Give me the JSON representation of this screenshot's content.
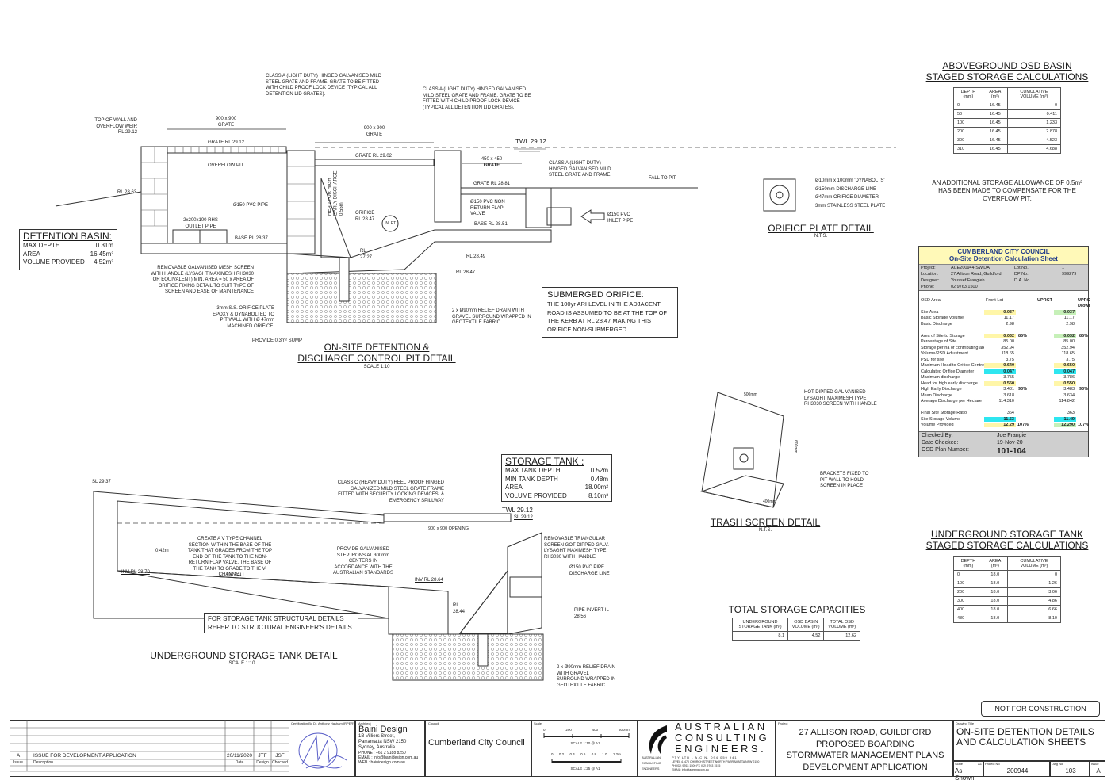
{
  "discharge_pit": {
    "title_line1": "ON-SITE DETENTION &",
    "title_line2": "DISCHARGE CONTROL PIT DETAIL",
    "scale": "SCALE 1:10",
    "notes": {
      "top_of_wall": "TOP OF WALL AND OVERFLOW WEIR RL 29.12",
      "grate_note_1": "CLASS A (LIGHT DUTY) HINGED GALVANISED MILD STEEL GRATE AND FRAME. GRATE TO BE FITTED WITH CHILD PROOF LOCK DEVICE (TYPICAL ALL DETENTION LID GRATES).",
      "grate_note_2": "CLASS A (LIGHT DUTY) HINGED GALVANISED MILD STEEL GRATE AND FRAME. GRATE TO BE FITTED WITH CHILD PROOF LOCK DEVICE (TYPICAL ALL DETENTION LID GRATES).",
      "grate_note_3": "CLASS A (LIGHT DUTY) HINGED GALVANISED MILD STEEL GRATE AND FRAME.",
      "grate_900_a": "900 x 900",
      "grate_900_a_label": "GRATE",
      "grate_900_b": "900 x 900",
      "grate_900_b_label": "GRATE",
      "grate_450": "450 x 450",
      "grate_450_label": "GRATE",
      "grate_rl_2912": "GRATE RL 29.12",
      "grate_rl_2902": "GRATE RL 29.02",
      "grate_rl_2881": "GRATE RL 28.81",
      "twl": "TWL 29.12",
      "overflow_pit": "OVERFLOW PIT",
      "rl_2863": "RL 28.63",
      "pvc_pipe": "Ø150 PVC PIPE",
      "outlet_pipe": "2x200x100 RHS OUTLET PIPE",
      "base_2837": "BASE RL 28.37",
      "base_2851": "BASE RL 28.51",
      "head": "HEAD FOR HIGH EARLY DISCHARGE 0.55m",
      "orifice": "ORIFICE RL 28.47",
      "inlet": "INLET",
      "rl_2727": "RL 27.27",
      "flap_valve": "Ø150 PVC NON RETURN FLAP VALVE",
      "inlet_pipe": "Ø150 PVC INLET PIPE",
      "fall_to_pit": "FALL TO PIT",
      "rl_2849": "RL 28.49",
      "rl_2847": "RL 28.47",
      "mesh_screen": "REMOVABLE GALVANISED MESH SCREEN WITH HANDLE (LYSAGHT MAXIMESH RH3030 OR EQUIVALENT) MIN. AREA = 50 x AREA OF ORIFICE FIXING DETAIL TO SUIT TYPE OF SCREEN AND EASE OF MAINTENANCE",
      "orifice_plate": "3mm S.S. ORIFICE PLATE EPOXY & DYNABOLTED TO PIT WALL WITH Ø 47mm MACHINED ORIFICE.",
      "sump": "PROVIDE 0.3m² SUMP",
      "relief_drain": "2 x Ø90mm RELIEF DRAIN WITH GRAVEL SURROUND WRAPPED IN GEOTEXTILE FABRIC"
    }
  },
  "detention_basin": {
    "title": "DETENTION BASIN:",
    "rows": [
      {
        "label": "MAX DEPTH",
        "value": "0.31m"
      },
      {
        "label": "AREA",
        "value": "16.45m²"
      },
      {
        "label": "VOLUME PROVIDED",
        "value": "4.52m³"
      }
    ]
  },
  "submerged_orifice": {
    "title": "SUBMERGED ORIFICE:",
    "text": "THE 100yr ARI LEVEL IN THE ADJACENT ROAD IS ASSUMED TO BE AT THE TOP OF THE KERB AT RL 28.47 MAKING THIS ORIFICE NON-SUBMERGED."
  },
  "orifice_plate_detail": {
    "title": "ORIFICE PLATE DETAIL",
    "scale": "N.T.S.",
    "labels": [
      "Ø10mm x 100mm 'DYNABOLTS'",
      "Ø150mm DISCHARGE LINE",
      "Ø47mm ORIFICE DIAMETER",
      "3mm STAINLESS STEEL PLATE"
    ]
  },
  "aboveground_table": {
    "title_line1": "ABOVEGROUND OSD BASIN",
    "title_line2": "STAGED STORAGE CALCULATIONS",
    "headers": [
      "DEPTH (mm)",
      "AREA (m²)",
      "CUMULATIVE VOLUME (m³)"
    ],
    "rows": [
      [
        "0",
        "16.45",
        "0"
      ],
      [
        "50",
        "16.45",
        "0.411"
      ],
      [
        "100",
        "16.45",
        "1.233"
      ],
      [
        "200",
        "16.45",
        "2.878"
      ],
      [
        "300",
        "16.45",
        "4.523"
      ],
      [
        "310",
        "16.45",
        "4.688"
      ]
    ],
    "note": "AN ADDITIONAL STORAGE ALLOWANCE OF 0.5m³ HAS BEEN MADE TO COMPENSATE FOR THE OVERFLOW PIT."
  },
  "calc_sheet": {
    "header1": "CUMBERLAND CITY COUNCIL",
    "header2": "On-Site Detention Calculation Sheet",
    "project_label": "Project:",
    "project": "ACE200944.SW.DA",
    "location_label": "Location:",
    "location": "27 Allison Road, Guildford",
    "designer_label": "Designer:",
    "designer": "Youssef Frangieh",
    "phone_label": "Phone:",
    "phone": "02 9763 1500",
    "lot_label": "Lot No.",
    "lot": "1",
    "dp_label": "DP No.",
    "dp": "999279",
    "da_label": "D.A. No.",
    "da": "",
    "osd_area_label": "OSD Area:",
    "osd_area": "Front Lot",
    "col1": "UPRCT",
    "col2": "UPRCT",
    "col2_sub": "Drowned",
    "rows": [
      {
        "label": "Site Area",
        "v1": "0.037",
        "p1": "",
        "v2": "0.037",
        "p2": "",
        "s": "yg"
      },
      {
        "label": "Basic Storage Volume",
        "v1": "11.17",
        "p1": "",
        "v2": "11.17",
        "p2": "",
        "s": ""
      },
      {
        "label": "Basic Discharge",
        "v1": "2.98",
        "p1": "",
        "v2": "2.98",
        "p2": "",
        "s": ""
      },
      {
        "label": "",
        "v1": "",
        "p1": "",
        "v2": "",
        "p2": "",
        "s": ""
      },
      {
        "label": "Area of Site to Storage",
        "v1": "0.032",
        "p1": "85%",
        "v2": "0.032",
        "p2": "85%",
        "s": "yg"
      },
      {
        "label": "Percentage of Site",
        "v1": "85.00",
        "p1": "",
        "v2": "85.00",
        "p2": "",
        "s": ""
      },
      {
        "label": "Storage per ha of contributing area",
        "v1": "352.94",
        "p1": "",
        "v2": "352.94",
        "p2": "",
        "s": ""
      },
      {
        "label": "Volume/PSD Adjustment",
        "v1": "118.65",
        "p1": "",
        "v2": "118.65",
        "p2": "",
        "s": ""
      },
      {
        "label": "PSD for site",
        "v1": "3.75",
        "p1": "",
        "v2": "3.75",
        "p2": "",
        "s": ""
      },
      {
        "label": "Maximum Head to Orifice Centre",
        "v1": "0.640",
        "p1": "",
        "v2": "0.650",
        "p2": "",
        "s": "yy"
      },
      {
        "label": "Calculated Orifice Diameter",
        "v1": "0.047",
        "p1": "",
        "v2": "0.047",
        "p2": "",
        "s": "cc"
      },
      {
        "label": "Maximum discharge",
        "v1": "3.755",
        "p1": "",
        "v2": "3.786",
        "p2": "",
        "s": ""
      },
      {
        "label": "Head for high early discharge",
        "v1": "0.550",
        "p1": "",
        "v2": "0.550",
        "p2": "",
        "s": "yy"
      },
      {
        "label": "High Early Discharge",
        "v1": "3.481",
        "p1": "93%",
        "v2": "3.483",
        "p2": "93%",
        "s": ""
      },
      {
        "label": "Mean Discharge",
        "v1": "3.618",
        "p1": "",
        "v2": "3.634",
        "p2": "",
        "s": ""
      },
      {
        "label": "Average Discharge per Hectare",
        "v1": "114.310",
        "p1": "",
        "v2": "114.842",
        "p2": "",
        "s": ""
      },
      {
        "label": "",
        "v1": "",
        "p1": "",
        "v2": "",
        "p2": "",
        "s": ""
      },
      {
        "label": "Final Site Storage Ratio",
        "v1": "364",
        "p1": "",
        "v2": "363",
        "p2": "",
        "s": ""
      },
      {
        "label": "Site Storage Volume",
        "v1": "11.53",
        "p1": "",
        "v2": "11.49",
        "p2": "",
        "s": "cc"
      },
      {
        "label": "Volume Provided",
        "v1": "12.29",
        "p1": "107%",
        "v2": "12.290",
        "p2": "107%",
        "s": "yg"
      }
    ],
    "checked_by_label": "Checked By:",
    "checked_by": "Joe Frangie",
    "date_checked_label": "Date Checked:",
    "date_checked": "19-Nov-20",
    "plan_label": "OSD Plan Number:",
    "plan": "101-104"
  },
  "trash_screen": {
    "title": "TRASH SCREEN DETAIL",
    "scale": "N.T.S.",
    "dim_top": "500mm",
    "dim_side": "600mm",
    "dim_bottom": "400mm",
    "note_mesh": "HOT DIPPED GAL VANISED LYSAGHT MAXIMESH TYPE RH3030 SCREEN WITH HANDLE",
    "note_brackets": "BRACKETS FIXED TO PIT WALL TO HOLD SCREEN IN PLACE"
  },
  "storage_tank_box": {
    "title": "STORAGE TANK :",
    "rows": [
      {
        "label": "MAX TANK DEPTH",
        "value": "0.52m"
      },
      {
        "label": "MIN TANK DEPTH",
        "value": "0.48m"
      },
      {
        "label": "AREA",
        "value": "18.00m²"
      },
      {
        "label": "VOLUME PROVIDED",
        "value": "8.10m³"
      }
    ]
  },
  "underground_tank": {
    "title": "UNDERGROUND STORAGE TANK DETAIL",
    "scale": "SCALE 1:10",
    "notes": {
      "sl_2937": "SL 29.37",
      "sl_2912": "SL 29.12",
      "twl": "TWL 29.12",
      "heavy_grate": "CLASS C (HEAVY DUTY) HEEL PROOF HINGED GALVANIZED MILD STEEL GRATE FRAME FITTED WITH SECURITY LOCKING DEVICES, & EMERGENCY SPILLWAY",
      "opening": "900 x 900 OPENING",
      "depth": "0.42m",
      "v_channel": "CREATE A V TYPE CHANNEL SECTION WITHIN THE BASE OF THE TANK THAT GRADES FROM THE TOP END OF THE TANK TO THE NON-RETURN FLAP VALVE. THE BASE OF THE TANK TO GRADE TO THE V-CHANNEL",
      "fall": "1% FALL",
      "inv_2870": "INV RL 28.70",
      "inv_2864": "INV RL 28.64",
      "step_irons": "PROVIDE GALVANISED STEP IRONS AT 300mm CENTERS IN ACCORDANCE WITH THE AUSTRALIAN STANDARDS",
      "tri_screen": "REMOVABLE TRIANGULAR SCREEN GOT DIPPED GALV. LYSAGHT MAXIMESH TYPE RH3030 WITH HANDLE",
      "discharge_line": "Ø150 PVC PIPE DISCHARGE LINE",
      "pipe_invert": "PIPE INVERT IL 28.56",
      "rl_2844": "RL 28.44",
      "relief": "2 x Ø90mm RELIEF DRAIN WITH GRAVEL SURROUND WRAPPED IN GEOTEXTILE FABRIC",
      "structural": "FOR STORAGE TANK STRUCTURAL DETAILS REFER TO STRUCTURAL ENGINEER'S DETAILS"
    }
  },
  "underground_table": {
    "title_line1": "UNDERGROUND STORAGE TANK",
    "title_line2": "STAGED STORAGE CALCULATIONS",
    "headers": [
      "DEPTH (mm)",
      "AREA (m²)",
      "CUMULATIVE VOLUME (m³)"
    ],
    "rows": [
      [
        "0",
        "18.0",
        "0"
      ],
      [
        "100",
        "18.0",
        "1.26"
      ],
      [
        "200",
        "18.0",
        "3.06"
      ],
      [
        "300",
        "18.0",
        "4.86"
      ],
      [
        "400",
        "18.0",
        "6.66"
      ],
      [
        "480",
        "18.0",
        "8.10"
      ]
    ]
  },
  "total_storage": {
    "title": "TOTAL STORAGE CAPACITIES",
    "headers": [
      "UNDERGROUND STORAGE TANK (m³)",
      "OSD BASIN VOLUME (m³)",
      "TOTAL OSD VOLUME (m³)"
    ],
    "values": [
      "8.1",
      "4.52",
      "12.62"
    ]
  },
  "title_block": {
    "not_for_construction": "NOT FOR CONSTRUCTION",
    "revision": {
      "issue": "A",
      "description": "ISSUE FOR DEVELOPMENT APPLICATION",
      "date": "20/11/2020",
      "design": "JTF",
      "checked": "JSF"
    },
    "rev_headers": {
      "issue": "Issue",
      "description": "Description",
      "date": "Date",
      "design": "Design",
      "checked": "Checked"
    },
    "certification_label": "Certification By Dr. Anthony Hasham (RPER)",
    "architect_label": "Architect",
    "architect_name": "Baini Design",
    "architect_addr1": "1B Villiers Street,",
    "architect_addr2": "Parramatta NSW 2150",
    "architect_addr3": "Sydney, Australia",
    "architect_phone": "PHONE : +61 2 9188 8250",
    "architect_email": "EMAIL : info@bainidesign.com.au",
    "architect_web": "WEB : bainidesign.com.au",
    "council_label": "Council",
    "council": "Cumberland City Council",
    "scale_label": "Scale",
    "scale1_ticks": [
      "0",
      "200",
      "400",
      "600mm"
    ],
    "scale1_caption": "SCALE 1:10 @ A1",
    "scale2_ticks": [
      "0",
      "0.2",
      "0.4",
      "0.6",
      "0.8",
      "1.0",
      "1.2m"
    ],
    "scale2_caption": "SCALE 1:25 @ A1",
    "company_line1": "AUSTRALIAN",
    "company_line2": "CONSULTING",
    "company_line3": "ENGINEERS.",
    "company_small": "AUSTRALIAN CONSULTING ENGINEERS",
    "company_acn": "PTY LTD - A.C.N. 094 059 941",
    "company_addr": "LEVEL 4, 470 CHURCH STREET NORTH PARRAMATTA NSW 2150",
    "company_phone": "PH (02) 9763 1500  FX (02) 9763 1515",
    "company_email": "EMAIL: info@aceeng.com.au",
    "project_label": "Project",
    "project_line1": "27 ALLISON ROAD, GUILDFORD",
    "project_line2": "PROPOSED BOARDING",
    "project_line3": "STORMWATER MANAGEMENT PLANS",
    "project_line4": "DEVELOPMENT APPLICATION",
    "drawing_title_label": "Drawing Title",
    "drawing_title_line1": "ON-SITE DETENTION DETAILS",
    "drawing_title_line2": "AND CALCULATION SHEETS",
    "scale_field_label": "Scale",
    "sheet_size": "A1",
    "scale_value": "As Shown",
    "project_no_label": "Project No",
    "project_no": "200944",
    "dwg_no_label": "Dwg No.",
    "dwg_no": "103",
    "issue_label": "Issue",
    "issue": "A"
  }
}
